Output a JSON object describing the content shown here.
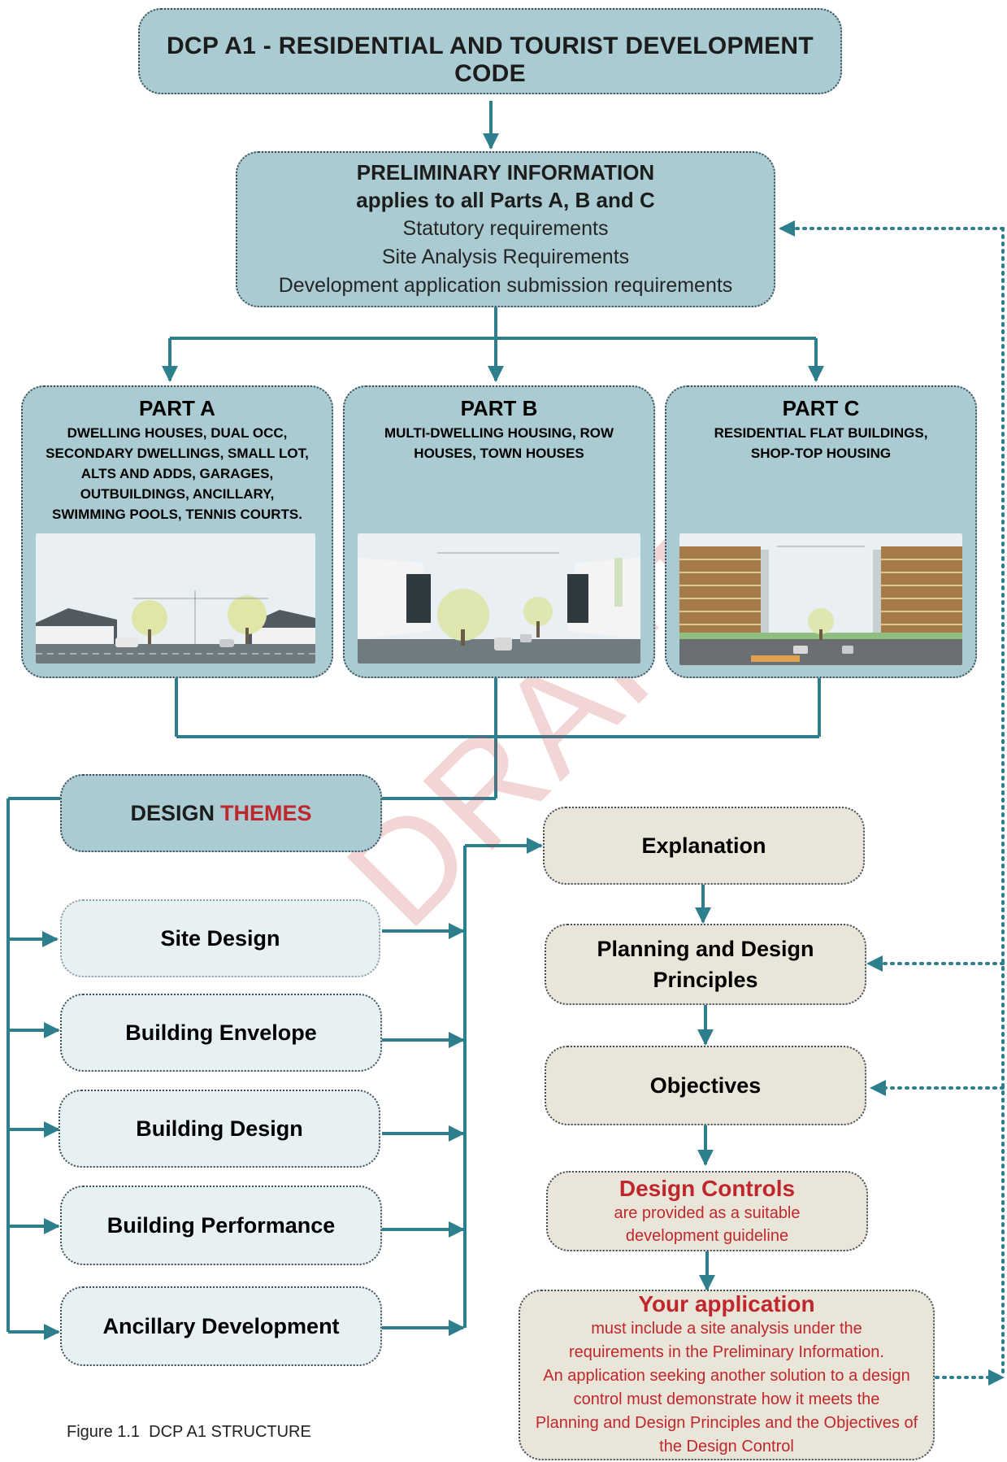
{
  "title": "DCP A1 - RESIDENTIAL AND TOURIST DEVELOPMENT CODE",
  "preliminary": {
    "heading": "PRELIMINARY INFORMATION",
    "subheading": "applies to all Parts A, B and C",
    "lines": [
      "Statutory requirements",
      "Site Analysis Requirements",
      "Development application submission requirements"
    ]
  },
  "parts": [
    {
      "title": "PART A",
      "description": "DWELLING HOUSES, DUAL OCC, SECONDARY DWELLINGS, SMALL LOT, ALTS AND ADDS, GARAGES, OUTBUILDINGS, ANCILLARY, SWIMMING POOLS, TENNIS COURTS."
    },
    {
      "title": "PART B",
      "description": "MULTI-DWELLING HOUSING, ROW HOUSES, TOWN HOUSES"
    },
    {
      "title": "PART C",
      "description": "RESIDENTIAL FLAT BUILDINGS, SHOP-TOP HOUSING"
    }
  ],
  "design_themes": {
    "label_part1": "DESIGN",
    "label_part2": "THEMES",
    "items": [
      "Site Design",
      "Building Envelope",
      "Building Design",
      "Building Performance",
      "Ancillary Development"
    ]
  },
  "flow": {
    "explanation": "Explanation",
    "principles": "Planning and Design Principles",
    "objectives": "Objectives",
    "controls_title": "Design Controls",
    "controls_text": "are provided as a suitable development guideline",
    "application_title": "Your application",
    "application_lines": [
      "must include a site analysis under the",
      "requirements in the Preliminary Information.",
      "An application seeking another solution to a design",
      "control must demonstrate how it meets the",
      "Planning and Design Principles and the Objectives of",
      "the Design Control"
    ]
  },
  "watermark": "DRAFT",
  "caption": "Figure 1.1  DCP A1 STRUCTURE",
  "colors": {
    "teal": "#a9cbd1",
    "arrow": "#2e7f8e",
    "accent_red": "#c0272d",
    "beige": "#e9e5d8",
    "lightblue": "#e7f1f4"
  }
}
